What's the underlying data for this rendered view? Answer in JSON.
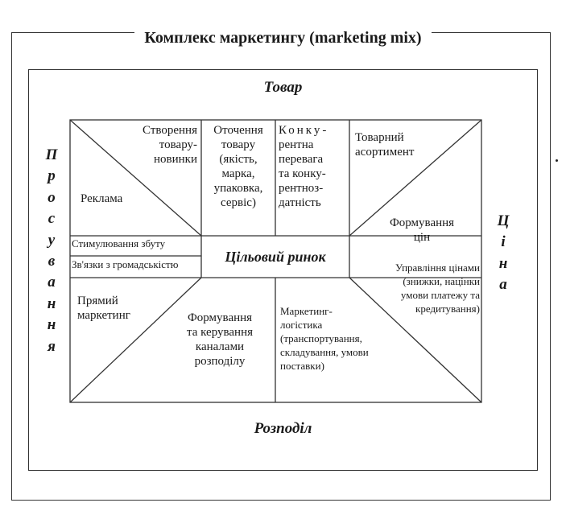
{
  "title": "Комплекс маркетингу (marketing mix)",
  "sides": {
    "top": "Товар",
    "bottom": "Розподіл",
    "left": [
      "П",
      "р",
      "о",
      "с",
      "у",
      "в",
      "а",
      "н",
      "н",
      "я"
    ],
    "right": [
      "Ц",
      "і",
      "н",
      "а"
    ]
  },
  "center": "Цільовий ринок",
  "product": {
    "new_product": [
      "Створення",
      "товару-",
      "новинки"
    ],
    "packaging": [
      "Оточення",
      "товару",
      "(якість,",
      "марка,",
      "упаковка,",
      "сервіс)"
    ],
    "competitive": [
      "Конку-",
      "рентна",
      "перевага",
      "та конку-",
      "рентноз-",
      "датність"
    ],
    "assortment": [
      "Товарний",
      "асортимент"
    ]
  },
  "promotion": {
    "advertising": "Реклама",
    "sales_promotion": "Стимулювання збуту",
    "public_relations": "Зв'язки з громадськістю",
    "direct_marketing": [
      "Прямий",
      "маркетинг"
    ]
  },
  "price": {
    "pricing": [
      "Формування",
      "цін"
    ],
    "price_management": [
      "Управління цінами",
      "(знижки, націнки",
      "умови платежу та",
      "кредитування)"
    ]
  },
  "distribution": {
    "channels": [
      "Формування",
      "та керування",
      "каналами",
      "розподілу"
    ],
    "logistics": [
      "Маркетинг-",
      "логістика",
      "(транспортування,",
      "складування, умови",
      "поставки)"
    ]
  }
}
